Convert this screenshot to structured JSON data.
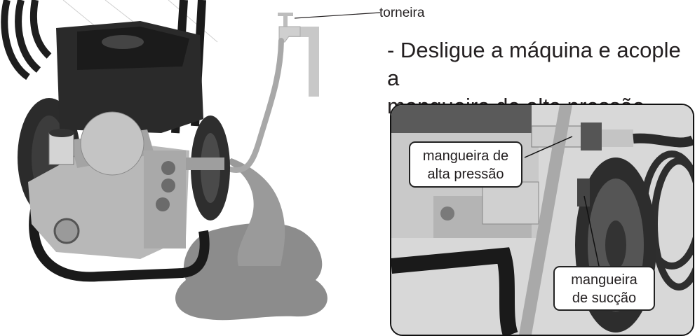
{
  "tap_label": "torneira",
  "instruction": {
    "line1": "- Desligue a máquina e acople a",
    "line2": "mangueira de alta pressão."
  },
  "inset_callouts": {
    "high_pressure": {
      "line1": "mangueira de",
      "line2": "alta pressão"
    },
    "suction": {
      "line1": "mangueira",
      "line2": "de sucção"
    }
  },
  "colors": {
    "water": "#8c8c8c",
    "pipe": "#c8c8c8",
    "frame": "#1a1a1a",
    "metal": "#b5b5b5"
  }
}
